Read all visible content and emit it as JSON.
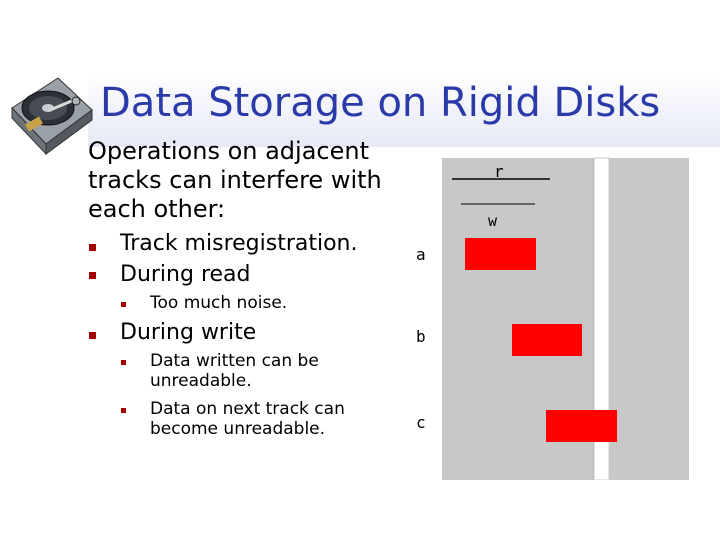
{
  "slide": {
    "title": "Data Storage on Rigid Disks",
    "intro": "Operations on adjacent tracks can interfere with each other:",
    "bullets": [
      {
        "text": "Track misregistration.",
        "sub": []
      },
      {
        "text": "During read",
        "sub": [
          "Too much noise."
        ]
      },
      {
        "text": "During write",
        "sub": [
          "Data written can be unreadable.",
          "Data on next track can become unreadable."
        ]
      }
    ]
  },
  "diagram": {
    "read_label": "r",
    "write_label": "w",
    "rows": [
      {
        "label": "a"
      },
      {
        "label": "b"
      },
      {
        "label": "c"
      }
    ],
    "colors": {
      "track": "#c8c8c8",
      "gap": "#ffffff",
      "head": "#ff0000",
      "bullet": "#a50000",
      "title": "#2a3aa8"
    }
  },
  "icons": {
    "slide_logo": "hard-disk-icon",
    "bullet_marker": "square-bullet-icon"
  }
}
